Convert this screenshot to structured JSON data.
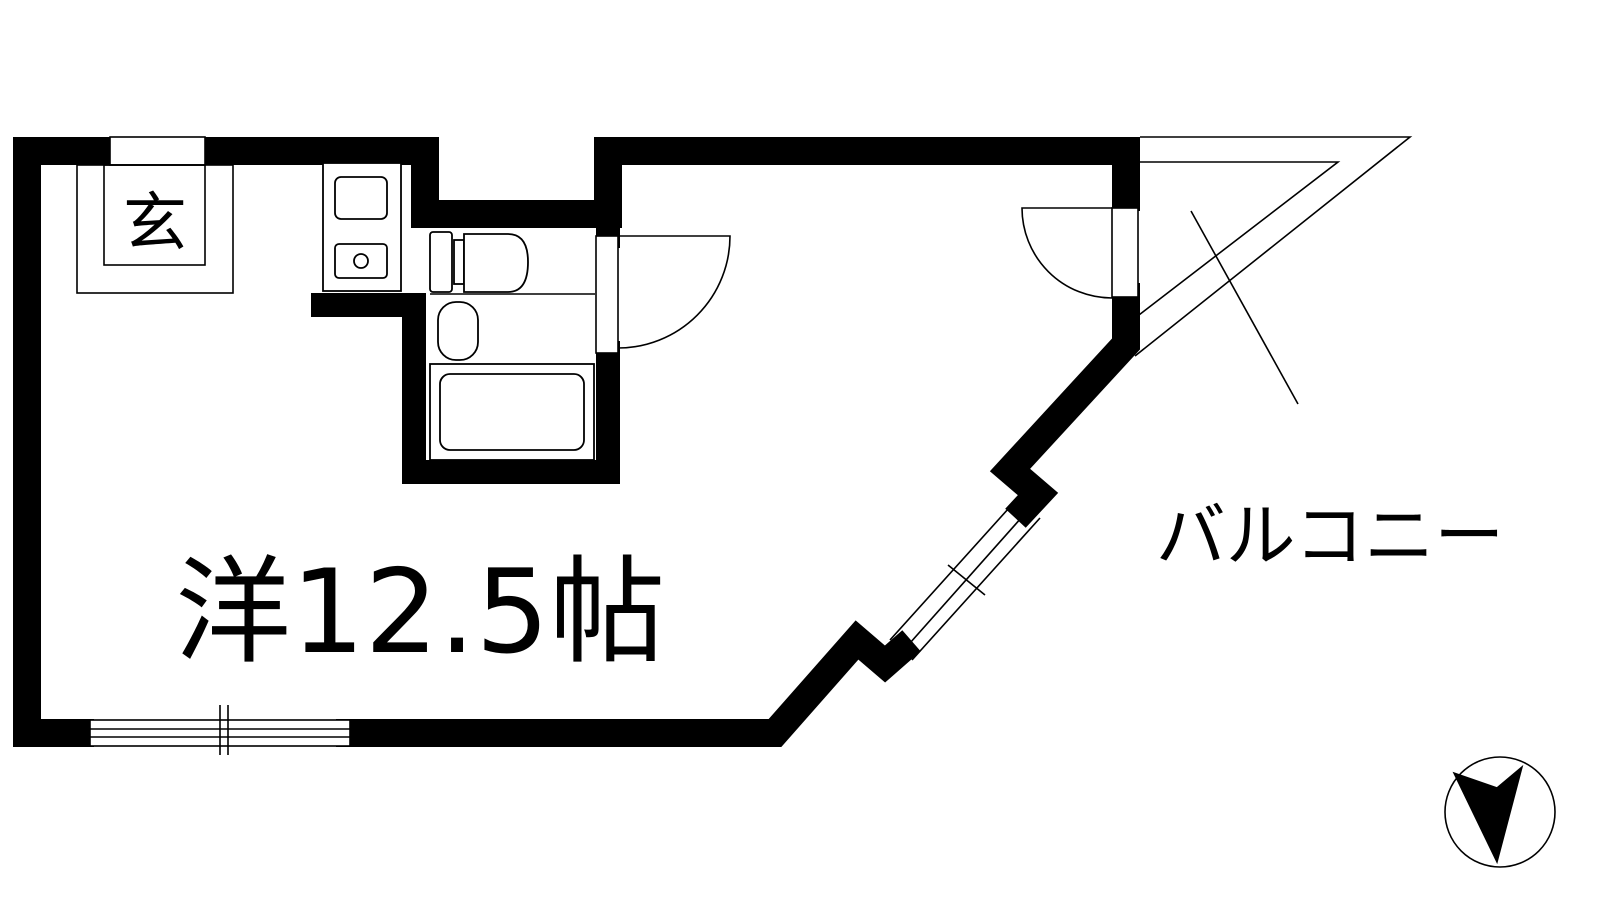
{
  "rooms": {
    "main_room_label": "洋12.5帖",
    "entrance_label": "玄",
    "balcony_label": "バルコニー"
  },
  "colors": {
    "wall": "#000000",
    "background": "#ffffff"
  },
  "icons": {
    "compass": "north-arrow-icon",
    "toilet": "toilet-icon",
    "sink": "washbasin-icon",
    "bathtub": "bathtub-icon",
    "kitchen": "kitchen-sink-stove-icon"
  }
}
